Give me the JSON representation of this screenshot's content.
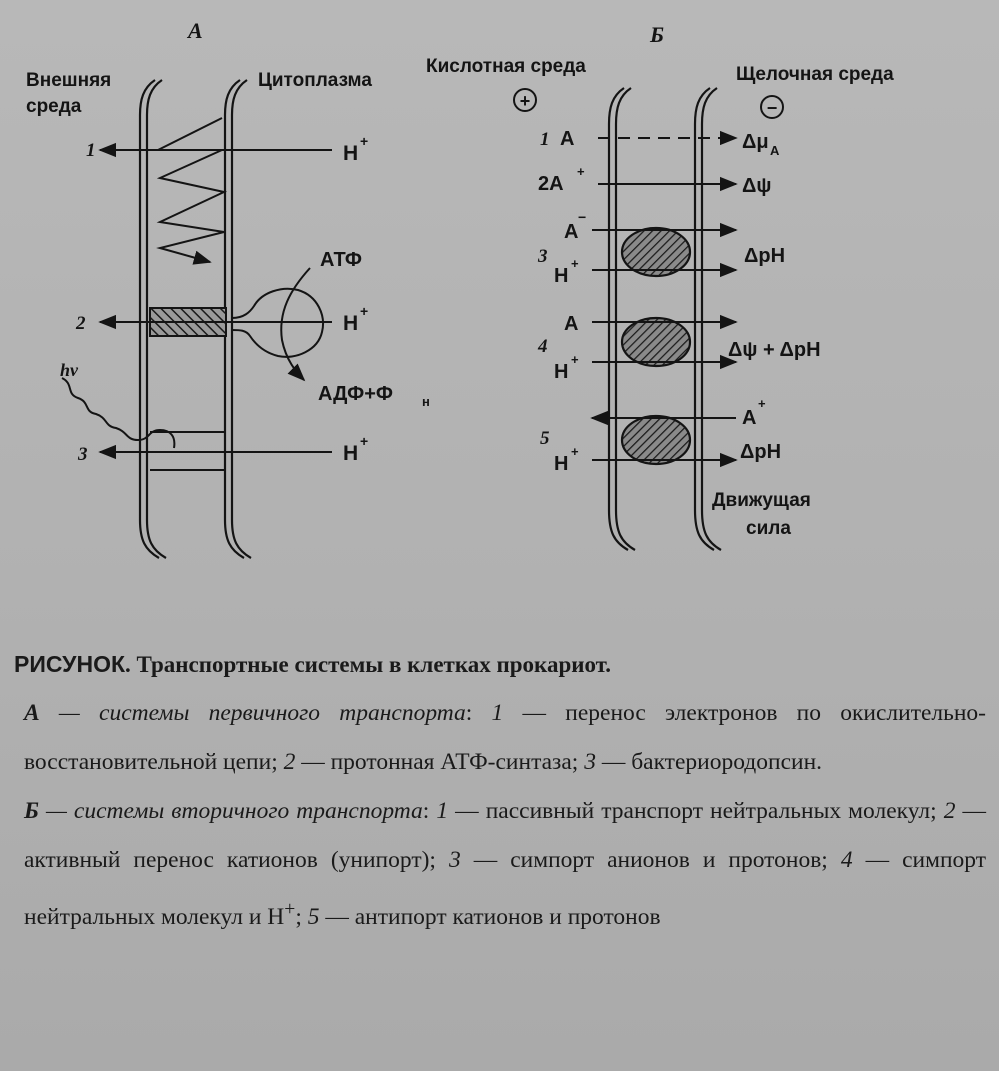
{
  "panelA": {
    "letter": "A",
    "outer_label_line1": "Внешняя",
    "outer_label_line2": "среда",
    "inner_label": "Цитоплазма",
    "row1_num": "1",
    "row2_num": "2",
    "row3_num": "3",
    "proton": "H",
    "plus": "+",
    "atp": "АТФ",
    "adp": "АДФ+Ф",
    "adp_sub": "н",
    "hv": "hν"
  },
  "panelB": {
    "letter": "Б",
    "acid_label": "Кислотная среда",
    "alkaline_label": "Щелочная среда",
    "plus_sign": "+",
    "minus_sign": "−",
    "r1_num": "1",
    "r1_ion": "A",
    "r1_right": "Δμ",
    "r1_right_sub": "A",
    "r2_ion": "2A",
    "r2_right": "Δψ",
    "r3_num": "3",
    "r3_ion": "A",
    "r3_proton": "H",
    "r3_right": "ΔpH",
    "r4_num": "4",
    "r4_ion": "A",
    "r4_proton": "H",
    "r4_right": "Δψ + ΔpH",
    "r5_num": "5",
    "r5_ion": "A",
    "r5_proton": "H",
    "r5_right": "ΔpH",
    "driving_force_line1": "Движущая",
    "driving_force_line2": "сила"
  },
  "caption": {
    "title_bold": "РИСУНОК",
    "title_rest": ". Транспортные системы в клетках прокариот.",
    "a_letter": "А",
    "a_heading": " — системы первичного транспорта",
    "a_n1": "1",
    "a_t1": " — перенос электронов по окислительно-восстановительной цепи; ",
    "a_n2": "2",
    "a_t2": " — протонная АТФ-синтаза; ",
    "a_n3": "3",
    "a_t3": " — бактериородопсин.",
    "b_letter": "Б",
    "b_heading": " — системы вторичного транспорта",
    "b_n1": "1",
    "b_t1": " — пассивный транспорт нейтральных молекул; ",
    "b_n2": "2",
    "b_t2": " — активный перенос катионов (унипорт); ",
    "b_n3": "3",
    "b_t3": " — симпорт анионов и протонов; ",
    "b_n4": "4",
    "b_t4": " — симпорт нейтральных молекул и H",
    "b_t4_sup": "+",
    "b_t4_end": "; ",
    "b_n5": "5",
    "b_t5": " — антипорт катионов и протонов"
  },
  "colors": {
    "ink": "#141414",
    "paper": "#b4b4b4",
    "hatch_fill": "#4a4a4a"
  }
}
